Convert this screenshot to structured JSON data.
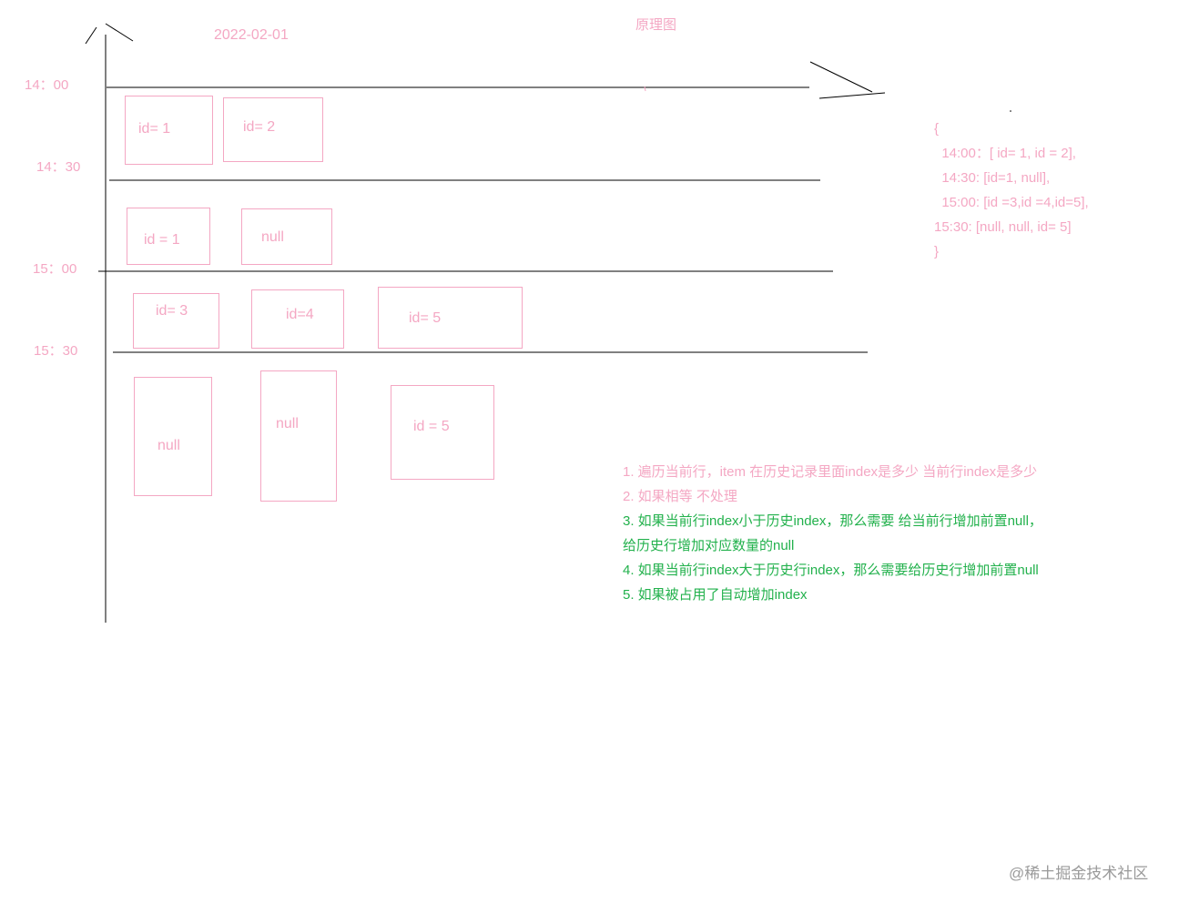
{
  "header": {
    "date": "2022-02-01",
    "title": "原理图"
  },
  "time_labels": [
    "14：00",
    "14：30",
    "15：00",
    "15：30"
  ],
  "slots": {
    "row1": [
      "id= 1",
      "id= 2"
    ],
    "row2": [
      "id = 1",
      "null"
    ],
    "row3": [
      "id= 3",
      "id=4",
      "id= 5"
    ],
    "row4": [
      "null",
      "null",
      "id = 5"
    ]
  },
  "json_text": "{\n  14:00：[ id= 1, id = 2],\n  14:30: [id=1, null],\n  15:00: [id =3,id =4,id=5],\n15:30: [null, null, id= 5]\n}",
  "steps": [
    "1. 遍历当前行，item 在历史记录里面index是多少 当前行index是多少",
    "2. 如果相等 不处理",
    "3. 如果当前行index小于历史index，那么需要 给当前行增加前置null，",
    "给历史行增加对应数量的null",
    "4. 如果当前行index大于历史行index，那么需要给历史行增加前置null",
    "5. 如果被占用了自动增加index"
  ],
  "colors": {
    "pink": "#f4a7c3",
    "green": "#22b14c",
    "line": "#000000"
  },
  "watermark": "@稀土掘金技术社区"
}
